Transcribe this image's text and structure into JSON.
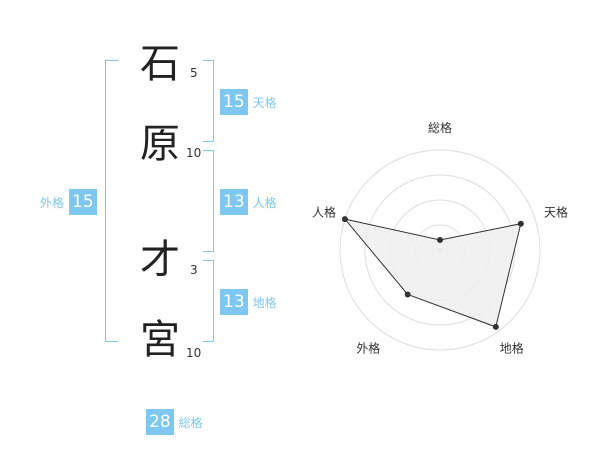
{
  "name": {
    "chars": [
      {
        "char": "石",
        "strokes": "5"
      },
      {
        "char": "原",
        "strokes": "10"
      },
      {
        "char": "才",
        "strokes": "3"
      },
      {
        "char": "宮",
        "strokes": "10"
      }
    ]
  },
  "kakusu": {
    "tenkaku": {
      "value": "15",
      "label": "天格"
    },
    "jinkaku": {
      "value": "13",
      "label": "人格"
    },
    "chikaku": {
      "value": "13",
      "label": "地格"
    },
    "gaikaku": {
      "value": "15",
      "label": "外格"
    },
    "soukaku": {
      "value": "28",
      "label": "総格"
    }
  },
  "colors": {
    "accent": "#7ec7f0",
    "text": "#222222",
    "radar_fill": "#efefef",
    "radar_ring": "#dddddd",
    "radar_point": "#333333"
  },
  "chart_data": {
    "type": "radar",
    "categories": [
      "総格",
      "天格",
      "地格",
      "外格",
      "人格"
    ],
    "values": [
      0.1,
      0.85,
      0.95,
      0.55,
      1.0
    ],
    "range": [
      0,
      1
    ],
    "rings": 4,
    "grid": true,
    "legend": "none"
  }
}
